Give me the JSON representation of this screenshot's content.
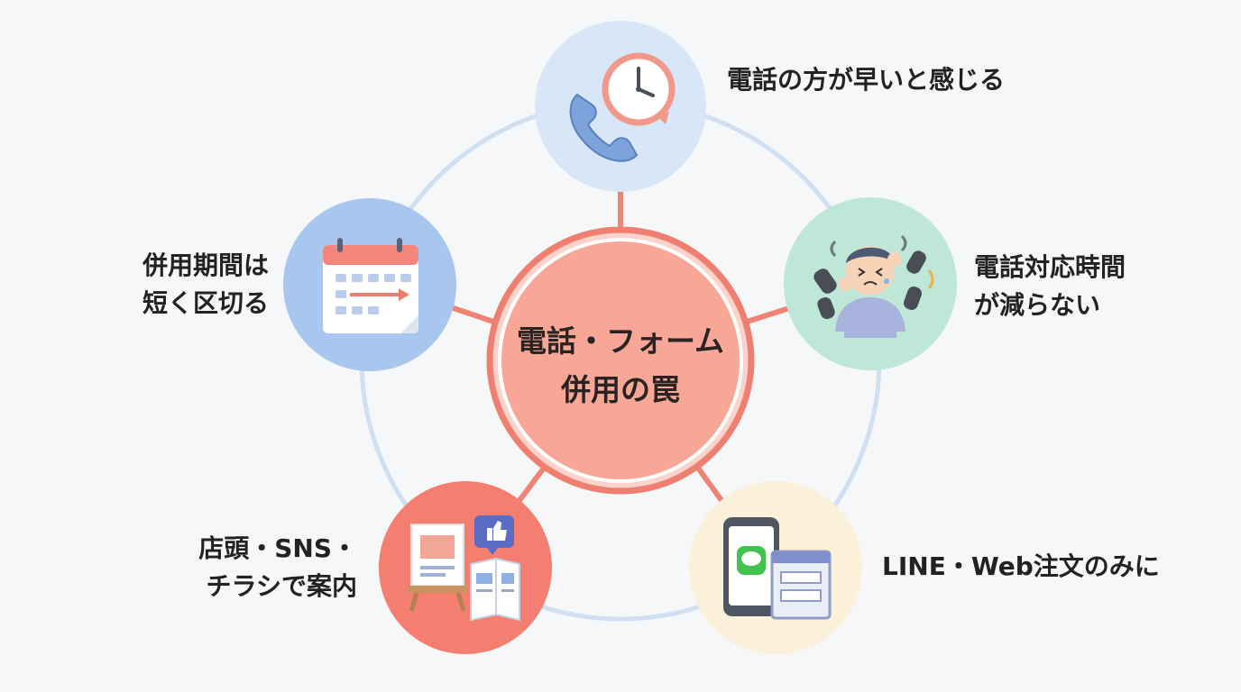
{
  "center": {
    "line1": "電話・フォーム",
    "line2": "併用の罠"
  },
  "nodes": [
    {
      "id": "phone-faster",
      "icon": "phone-clock-icon",
      "lines": [
        "電話の方が早いと感じる"
      ]
    },
    {
      "id": "phone-time",
      "icon": "overwhelmed-person-phones-icon",
      "lines": [
        "電話対応時間",
        "が減らない"
      ]
    },
    {
      "id": "line-web",
      "icon": "line-web-order-icon",
      "lines": [
        "LINE・Web注文のみに"
      ]
    },
    {
      "id": "store-sns",
      "icon": "store-sns-flyer-icon",
      "lines": [
        "店頭・SNS・",
        "チラシで案内"
      ]
    },
    {
      "id": "short-period",
      "icon": "calendar-arrow-icon",
      "lines": [
        "併用期間は",
        "短く区切る"
      ]
    }
  ],
  "colors": {
    "ring": "#cfe0f3",
    "spoke": "#ef8474",
    "center_fill": "#f8a796",
    "center_ring": "#ef7f70",
    "node_top": "#d7e7f8",
    "node_right": "#bfe7d7",
    "node_bottom_right": "#fbf1da",
    "node_bottom_left": "#f47e70",
    "node_left": "#a9c6ef"
  }
}
